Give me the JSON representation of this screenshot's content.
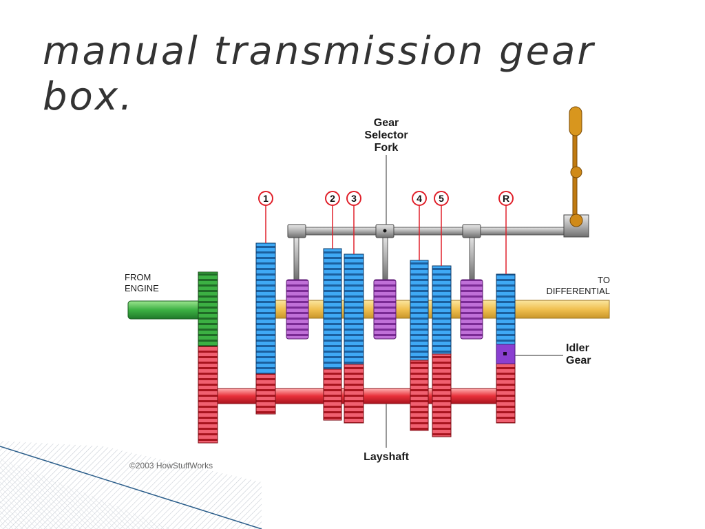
{
  "slide": {
    "title": "manual transmission gear box."
  },
  "diagram": {
    "labels": {
      "fork": [
        "Gear",
        "Selector",
        "Fork"
      ],
      "from_engine": [
        "FROM",
        "ENGINE"
      ],
      "to_differential": [
        "TO",
        "DIFFERENTIAL"
      ],
      "idler": [
        "Idler",
        "Gear"
      ],
      "layshaft": "Layshaft",
      "credit": "©2003 HowStuffWorks"
    },
    "gear_numbers": [
      "1",
      "2",
      "3",
      "4",
      "5",
      "R"
    ],
    "colors": {
      "input_gear": "#3cb043",
      "output_gears": "#3fa9f5",
      "layshaft_gears": "#e8303a",
      "collars": "#b04fc8",
      "idler": "#8a3fd1",
      "shaft": "#f0c050",
      "lever": "#c07a10",
      "rod": "#a0a0a0"
    }
  }
}
